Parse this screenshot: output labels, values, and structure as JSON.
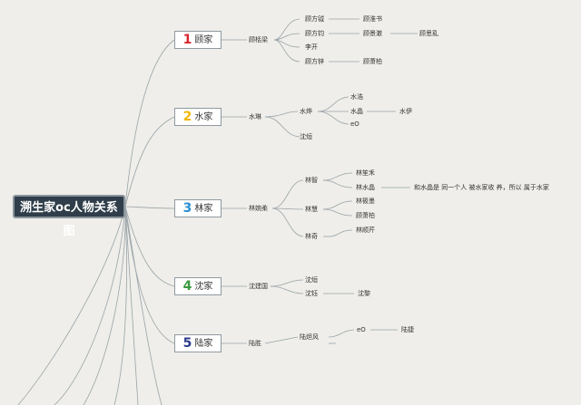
{
  "root": "溯生家oc人物关系图",
  "colors": {
    "num1": "#d8262d",
    "num2": "#f2b705",
    "num3": "#2b8fd0",
    "num4": "#3a9a3e",
    "num5": "#2c3a8c"
  },
  "families": [
    {
      "num": "1",
      "name": "顾家"
    },
    {
      "num": "2",
      "name": "水家"
    },
    {
      "num": "3",
      "name": "林家"
    },
    {
      "num": "4",
      "name": "沈家"
    },
    {
      "num": "5",
      "name": "陆家"
    }
  ],
  "people": {
    "gu_liangbai": "顾栝梁",
    "gu_fangyu": "顾方钺",
    "gu_huaishu": "顾淮书",
    "gu_fangjun": "顾方钧",
    "gu_jingche": "顾景澈",
    "gu_siqian": "顾思乿",
    "li_kai": "李开",
    "gu_fangyi": "顾方锌",
    "gu_xiaobo": "顾萧柏",
    "shui_lin": "水琳",
    "shui_ye": "水烨",
    "shui_hao": "水浩",
    "shui_jing": "水晶",
    "shui_yi": "水伊",
    "e_o": "eO",
    "shen_yao": "沈烜",
    "lin_wanrou": "林婉柔",
    "lin_zhi": "林智",
    "lin_qiao": "林笙禾",
    "lin_shuijing": "林水晶",
    "lin_hui": "林慧",
    "lin_xiaxue": "林筱墨",
    "gu_xiaobai": "顾萧柏",
    "lin_qi": "林奇",
    "lin_weiyi": "林顺芹",
    "shen_jianguo": "沈建国",
    "shen_yao2": "沈烜",
    "shen_yu": "沈钰",
    "shen_li": "沈黎",
    "lu_sheng": "陆胜",
    "lu_zhengfeng": "陆炟风",
    "e_o2": "eO",
    "lu_jie": "陆捷"
  },
  "note": "和水晶是 同一个人 被水家收 养，所以 属于水家"
}
